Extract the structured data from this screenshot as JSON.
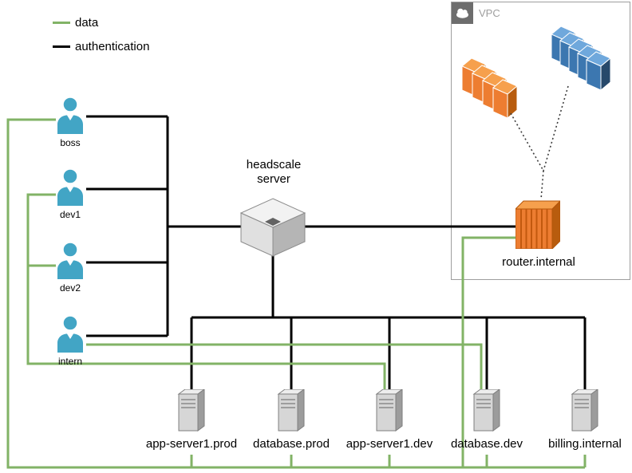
{
  "legend": {
    "items": [
      {
        "label": "data",
        "color": "#82b366"
      },
      {
        "label": "authentication",
        "color": "#000000"
      }
    ]
  },
  "users": [
    {
      "label": "boss"
    },
    {
      "label": "dev1"
    },
    {
      "label": "dev2"
    },
    {
      "label": "intern"
    }
  ],
  "headscale": {
    "label": "headscale server"
  },
  "vpc": {
    "label": "VPC",
    "router_label": "router.internal"
  },
  "servers": [
    {
      "label": "app-server1.prod"
    },
    {
      "label": "database.prod"
    },
    {
      "label": "app-server1.dev"
    },
    {
      "label": "database.dev"
    },
    {
      "label": "billing.internal"
    }
  ],
  "icons": {
    "vpc_header": "cloud-icon",
    "user": "user-icon",
    "headscale": "cube-icon",
    "server": "server-tower-icon",
    "router": "router-icon",
    "orange_stack": "instance-stack-icon",
    "blue_stack": "database-stack-icon"
  },
  "colors": {
    "data-line": "#82b366",
    "auth-line": "#000000",
    "user-blue": "#42a5c5",
    "aws-orange": "#ed7d31",
    "aws-blue": "#3c77b0",
    "server-gray": "#d6d6d6"
  }
}
